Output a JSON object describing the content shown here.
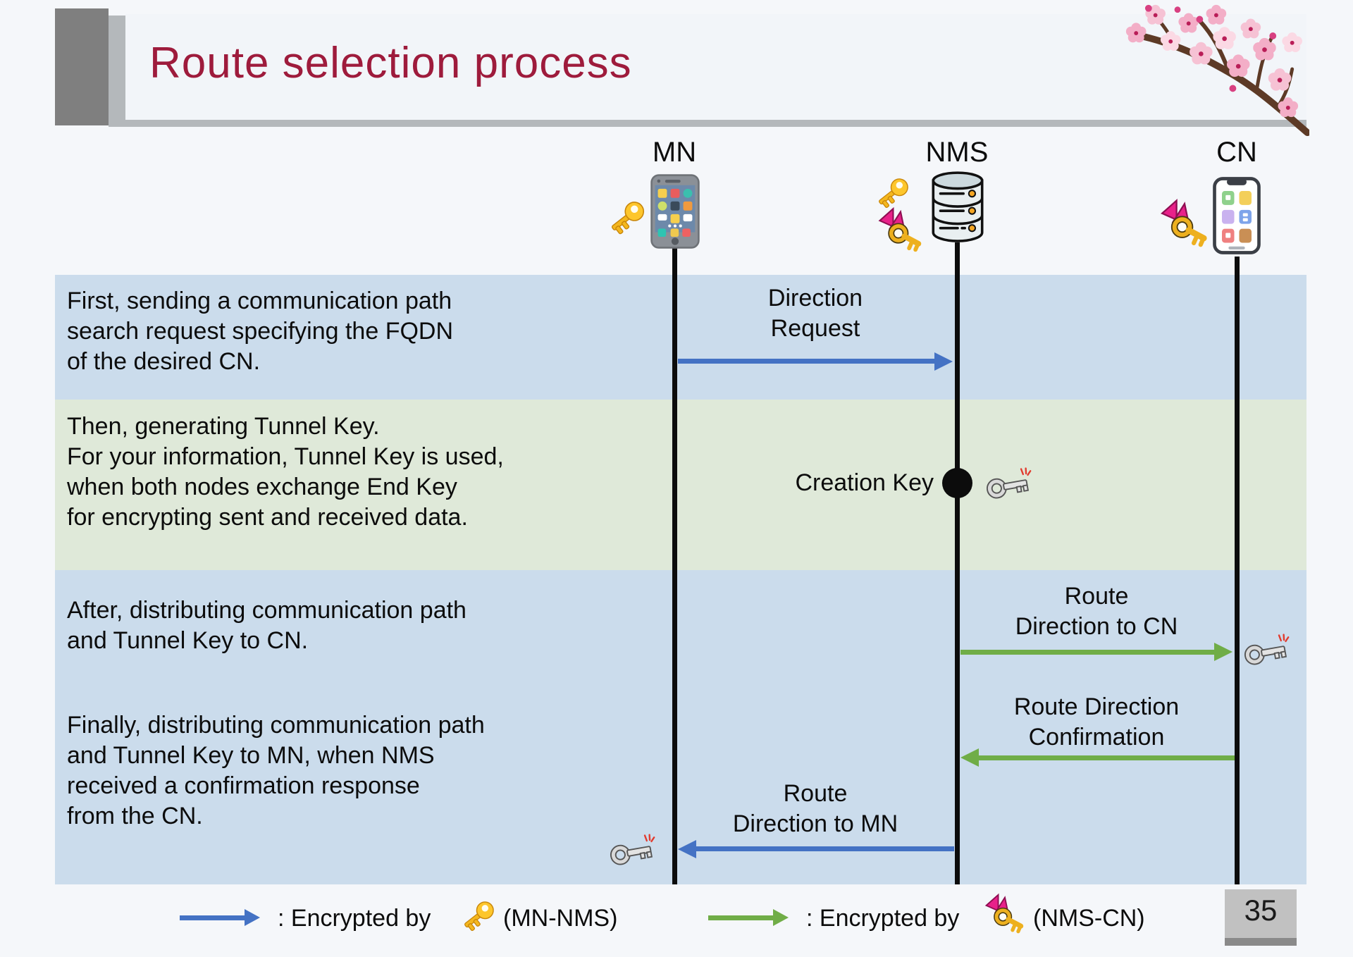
{
  "slide": {
    "title": "Route selection process",
    "page_number": "35"
  },
  "actors": [
    {
      "label": "MN",
      "device_icon": "smartphone-icon",
      "key_icons": [
        "gold-key-icon"
      ]
    },
    {
      "label": "NMS",
      "device_icon": "database-server-icon",
      "key_icons": [
        "gold-key-icon",
        "pink-ribbon-key-icon"
      ]
    },
    {
      "label": "CN",
      "device_icon": "mobile-phone-icon",
      "key_icons": [
        "pink-ribbon-key-icon"
      ]
    }
  ],
  "steps": [
    {
      "lines": [
        "First, sending a communication path",
        "search request specifying the FQDN",
        "of the desired CN."
      ]
    },
    {
      "lines": [
        "Then, generating Tunnel Key.",
        "For your information, Tunnel Key is used,",
        "when both nodes exchange End Key",
        "for encrypting sent and received data."
      ]
    },
    {
      "lines": [
        "After, distributing communication path",
        "and Tunnel Key to CN."
      ]
    },
    {
      "lines": [
        "Finally, distributing communication path",
        "and Tunnel Key to MN, when NMS",
        "received a confirmation response",
        "from the CN."
      ]
    }
  ],
  "messages": [
    {
      "name": "direction-request",
      "line1": "Direction",
      "line2": "Request",
      "from": "MN",
      "to": "NMS",
      "arrow_color": "#4472c4"
    },
    {
      "name": "creation-key",
      "label": "Creation Key",
      "at": "NMS",
      "result_icon": "old-key-icon"
    },
    {
      "name": "route-direction-to-cn",
      "line1": "Route",
      "line2": "Direction to CN",
      "from": "NMS",
      "to": "CN",
      "arrow_color": "#70ad47",
      "result_icon": "old-key-icon"
    },
    {
      "name": "route-direction-confirmation",
      "line1": "Route Direction",
      "line2": "Confirmation",
      "from": "CN",
      "to": "NMS",
      "arrow_color": "#70ad47"
    },
    {
      "name": "route-direction-to-mn",
      "line1": "Route",
      "line2": "Direction to MN",
      "from": "NMS",
      "to": "MN",
      "arrow_color": "#4472c4",
      "result_icon": "old-key-icon"
    }
  ],
  "legend": {
    "items": [
      {
        "prefix": ": Encrypted by",
        "key_icon": "gold-key-icon",
        "suffix": "(MN-NMS)",
        "arrow_color": "#4472c4"
      },
      {
        "prefix": ": Encrypted by",
        "key_icon": "pink-ribbon-key-icon",
        "suffix": "(NMS-CN)",
        "arrow_color": "#70ad47"
      }
    ]
  },
  "icons": {
    "smartphone-icon": "📱",
    "mobile-phone-icon": "📱",
    "database-server-icon": "🗄",
    "gold-key-icon": "🔑",
    "pink-ribbon-key-icon": "🎀+🔑",
    "old-key-icon": "🗝",
    "cherry-blossom-icon": "🌸"
  },
  "colors": {
    "title": "#9e1b3c",
    "band_blue": "#cbdcec",
    "band_green": "#dfe9d9",
    "arrow_blue": "#4472c4",
    "arrow_green": "#70ad47",
    "lifeline": "#0c0c0c",
    "header_dark_gray": "#7f7f7f",
    "header_light_gray": "#b4b8bb",
    "page_box": "#c1c1c1",
    "page_box_strip": "#8a8a8a",
    "background": "#f5f7fa"
  }
}
